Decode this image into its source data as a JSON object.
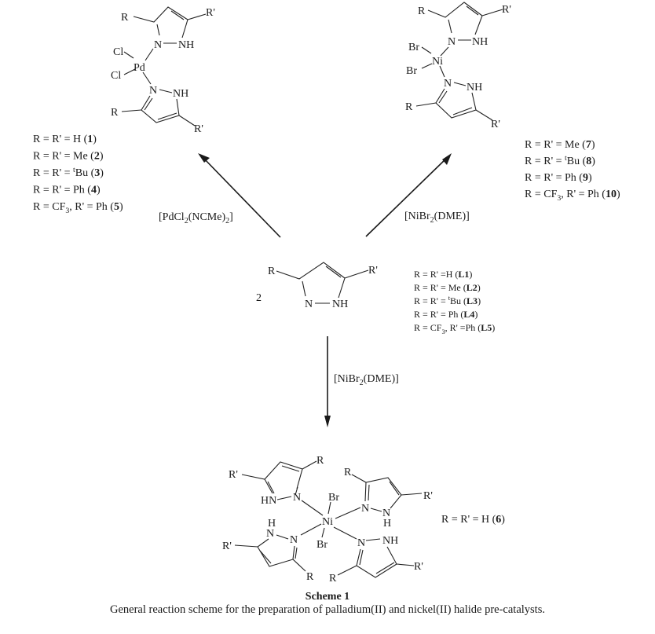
{
  "atoms": {
    "R": "R",
    "Rp": "R'",
    "N": "N",
    "NH": "NH",
    "HN": "HN",
    "H": "H",
    "Cl": "Cl",
    "Br": "Br",
    "Pd": "Pd",
    "Ni": "Ni",
    "dash": "—"
  },
  "ligand": {
    "stoichiometry": "2",
    "variants": [
      {
        "prefix": "R = R' =H (",
        "code": "L1",
        "suffix": ")"
      },
      {
        "prefix": "R = R' = Me (",
        "code": "L2",
        "suffix": ")"
      },
      {
        "prefix": "R = R' = ",
        "sup": "t",
        "prefix2": "Bu (",
        "code": "L3",
        "suffix": ")"
      },
      {
        "prefix": "R = R' = Ph (",
        "code": "L4",
        "suffix": ")"
      },
      {
        "prefix": "R = CF",
        "sub": "3",
        "prefix2": ", R' =Ph (",
        "code": "L5",
        "suffix": ")"
      }
    ]
  },
  "reagents": {
    "pd": {
      "a": "[PdCl",
      "sub1": "2",
      "b": "(NCMe)",
      "sub2": "2",
      "c": "]"
    },
    "ni_up": {
      "a": "[NiBr",
      "sub1": "2",
      "b": "(DME)]"
    },
    "ni_down": {
      "a": "[NiBr",
      "sub1": "2",
      "b": "(DME)]"
    }
  },
  "pd_complexes": [
    {
      "prefix": "R = R' = H (",
      "code": "1",
      "suffix": ")"
    },
    {
      "prefix": "R = R' = Me (",
      "code": "2",
      "suffix": ")"
    },
    {
      "prefix": "R = R' = ",
      "sup": "t",
      "prefix2": "Bu (",
      "code": "3",
      "suffix": ")"
    },
    {
      "prefix": "R = R' = Ph (",
      "code": "4",
      "suffix": ")"
    },
    {
      "prefix": "R = CF",
      "sub": "3",
      "prefix2": ", R' = Ph (",
      "code": "5",
      "suffix": ")"
    }
  ],
  "ni_complexes": [
    {
      "prefix": "R = R' = Me (",
      "code": "7",
      "suffix": ")"
    },
    {
      "prefix": "R = R' = ",
      "sup": "t",
      "prefix2": "Bu (",
      "code": "8",
      "suffix": ")"
    },
    {
      "prefix": "R = R' = Ph (",
      "code": "9",
      "suffix": ")"
    },
    {
      "prefix": "R = CF",
      "sub": "3",
      "prefix2": ", R' = Ph (",
      "code": "10",
      "suffix": ")"
    }
  ],
  "octahedral": {
    "prefix": "R = R' = H (",
    "code": "6",
    "suffix": ")"
  },
  "caption": {
    "title": "Scheme 1",
    "text": "General reaction scheme for the preparation of palladium(II) and nickel(II) halide pre-catalysts."
  },
  "colors": {
    "ink": "#1a1a1a",
    "background": "#ffffff"
  }
}
